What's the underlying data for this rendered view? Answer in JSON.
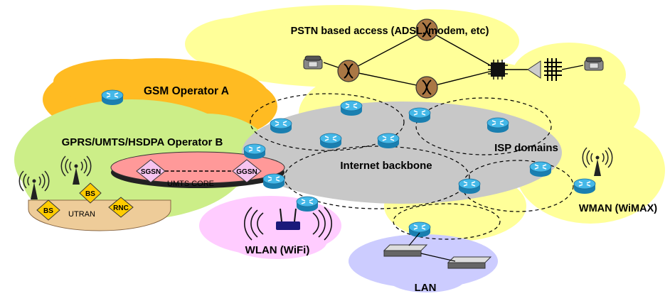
{
  "labels": {
    "pstn": "PSTN based  access (ADSL, modem, etc)",
    "gsm": "GSM Operator A",
    "gprs": "GPRS/UMTS/HSDPA Operator B",
    "umts_core": "UMTS CORE",
    "sgsn": "SGSN",
    "ggsn": "GGSN",
    "utran": "UTRAN",
    "bs1": "BS",
    "bs2": "BS",
    "rnc": "RNC",
    "internet": "Internet backbone",
    "isp": "ISP domains",
    "wlan": "WLAN (WiFi)",
    "wman": "WMAN (WiMAX)",
    "lan": "LAN"
  },
  "colors": {
    "pstn_cloud": "#ffff99",
    "gsm_cloud": "#ffbb22",
    "gprs_cloud": "#ccee88",
    "internet_cloud": "#c8c8c8",
    "wlan_cloud": "#ffccff",
    "lan_cloud": "#ccccff",
    "umts_core": "#ff9999",
    "utran": "#eecc99",
    "node_diamond": "#ffcc00",
    "router": "#33aadd"
  },
  "icons": [
    "router-icon",
    "phone-icon",
    "switch-icon",
    "antenna-icon",
    "wifi-router-icon",
    "lan-switch-icon"
  ]
}
